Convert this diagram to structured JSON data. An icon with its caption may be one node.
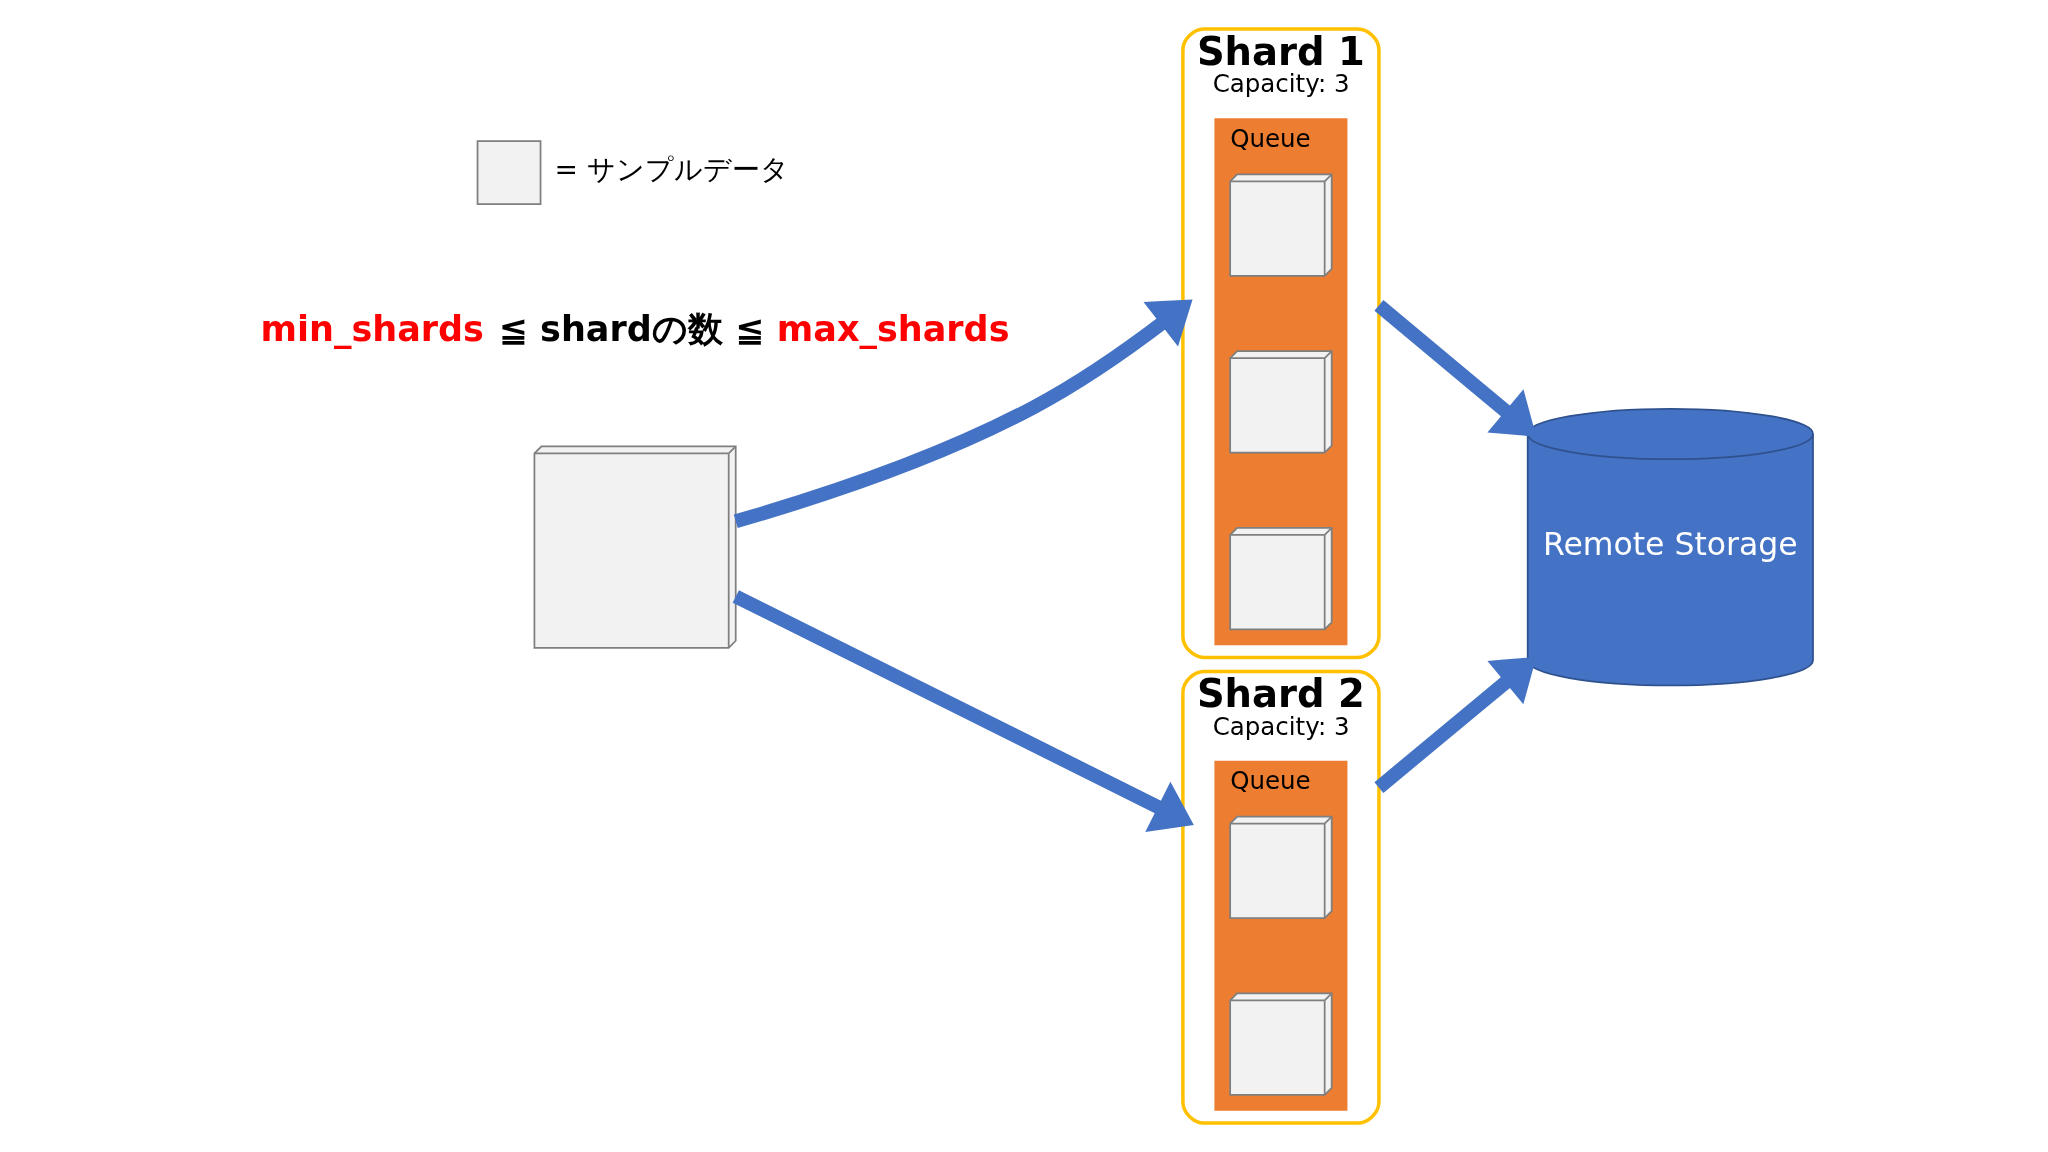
{
  "diagram": {
    "nodes": [
      {
        "text": [],
        "shape": "box"
      },
      {
        "text": [
          "Shard 1",
          "Capacity: 3"
        ]
      },
      {
        "text": [
          "Queue"
        ],
        "in": 1
      },
      {
        "text": [],
        "shape": "box",
        "in": 2
      },
      {
        "text": [],
        "shape": "box",
        "in": 2
      },
      {
        "text": [],
        "shape": "box",
        "in": 2
      },
      {
        "text": [
          "Shard 2",
          "Capacity: 3"
        ]
      },
      {
        "text": [
          "Queue"
        ],
        "in": 6
      },
      {
        "text": [],
        "shape": "box",
        "in": 7
      },
      {
        "text": [],
        "shape": "box",
        "in": 7
      },
      {
        "text": [
          "Remote Storage"
        ]
      }
    ],
    "edges": [
      {
        "from": 0,
        "to": 1,
        "arrow": "to"
      },
      {
        "from": 0,
        "to": 6,
        "arrow": "to"
      },
      {
        "from": 1,
        "to": 10,
        "arrow": "to"
      },
      {
        "from": 6,
        "to": 10,
        "arrow": "to"
      }
    ],
    "labels": [
      "min_shards",
      "≦ shardの数 ≦",
      "max_shards"
    ],
    "legend": [
      {
        "text": "= サンプルデータ"
      }
    ]
  }
}
